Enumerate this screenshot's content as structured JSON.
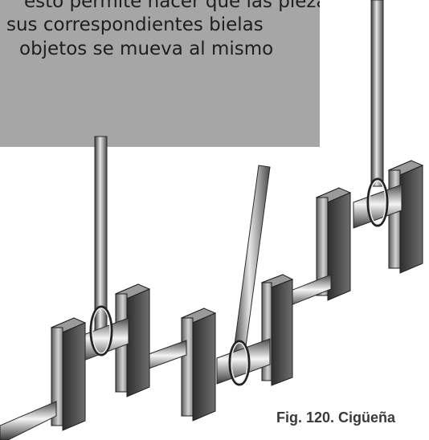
{
  "text_box": {
    "lines": [
      "esto permite hacer que las piezas",
      "sus correspondientes bielas",
      "objetos se mueva al mismo"
    ]
  },
  "caption": "Fig. 120. Cigüeña",
  "colors": {
    "text_box_background": "#a6a6a6",
    "metal_dark": "#3a3a3a",
    "metal_light": "#f2f2f2",
    "caption_text": "#3a3a3a"
  }
}
